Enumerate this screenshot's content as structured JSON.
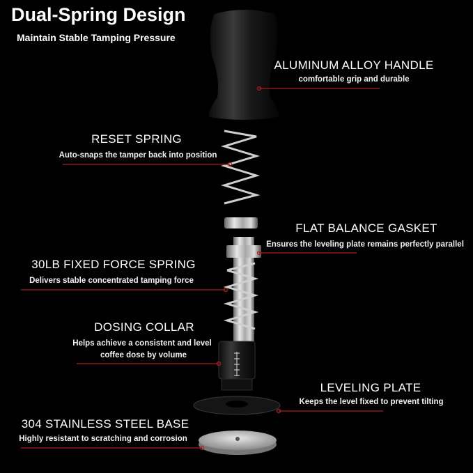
{
  "header": {
    "title": "Dual-Spring Design",
    "subtitle": "Maintain Stable Tamping Pressure"
  },
  "callouts": [
    {
      "title": "ALUMINUM ALLOY HANDLE",
      "text": "comfortable grip and durable"
    },
    {
      "title": "RESET SPRING",
      "text": "Auto-snaps the tamper back into position"
    },
    {
      "title": "FLAT BALANCE GASKET",
      "text": "Ensures the leveling plate remains perfectly parallel"
    },
    {
      "title": "30LB FIXED FORCE SPRING",
      "text": "Delivers stable concentrated tamping force"
    },
    {
      "title": "DOSING COLLAR",
      "text": "Helps achieve a consistent and level",
      "text2": "coffee dose by volume"
    },
    {
      "title": "LEVELING PLATE",
      "text": "Keeps the level fixed to prevent tilting"
    },
    {
      "title": "304 STAINLESS STEEL BASE",
      "text": "Highly resistant to scratching and corrosion"
    }
  ],
  "colors": {
    "background": "#000000",
    "callout_line": "#8b1a1a",
    "text": "#ffffff"
  }
}
